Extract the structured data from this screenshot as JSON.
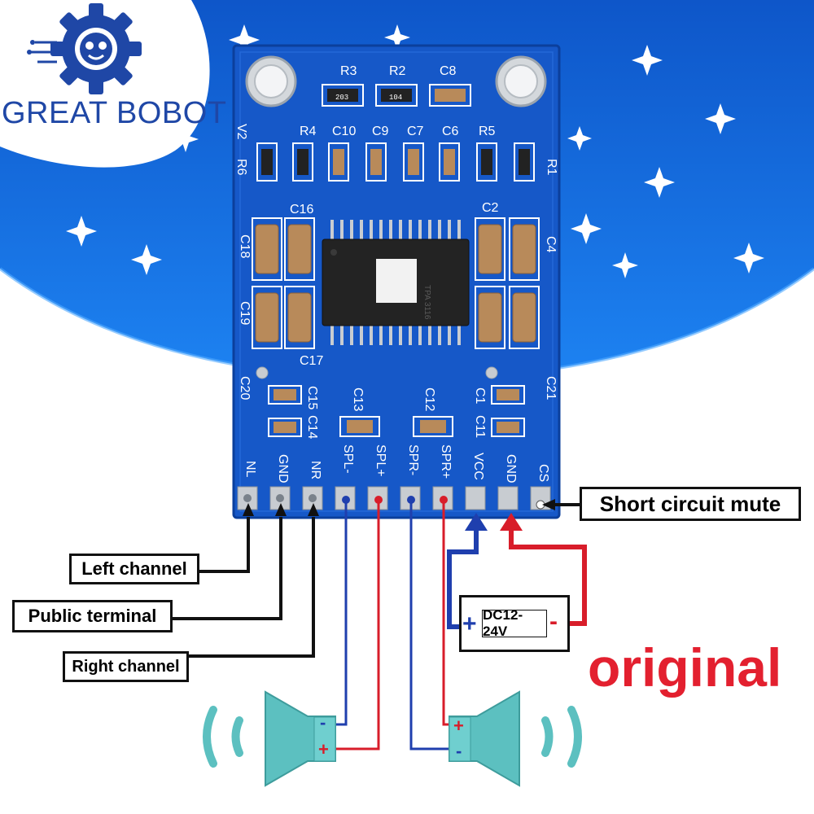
{
  "brand": {
    "name": "GREAT BOBOT"
  },
  "board": {
    "top_labels": [
      "R3",
      "R2",
      "C8"
    ],
    "mid_labels": [
      "R4",
      "C10",
      "C9",
      "C7",
      "C6",
      "R5"
    ],
    "side_labels": [
      "V2",
      "R6",
      "R1",
      "C16",
      "C2",
      "C18",
      "C19",
      "C4",
      "C17",
      "C20",
      "C15",
      "C14",
      "C13",
      "C12",
      "C1",
      "C11",
      "C21"
    ],
    "resistor_codes": [
      "203",
      "104"
    ],
    "chip_text": "TPA 3116",
    "pins": [
      "NL",
      "GND",
      "NR",
      "SPL-",
      "SPL+",
      "SPR-",
      "SPR+",
      "VCC",
      "GND",
      "CS"
    ]
  },
  "labels": {
    "mute": "Short circuit mute",
    "left": "Left channel",
    "public": "Public terminal",
    "right": "Right channel"
  },
  "power": {
    "plus": "+",
    "text": "DC12-24V",
    "minus": "-"
  },
  "speakers": {
    "minus": "-",
    "plus": "+"
  },
  "stamp": "original",
  "colors": {
    "pcb": "#1658c8",
    "sky": "#1670e6",
    "brand": "#1f47a6",
    "wire_blue": "#1f3fae",
    "wire_red": "#d81d2a",
    "speaker": "#5cc0c0",
    "stamp": "#e3202f"
  }
}
